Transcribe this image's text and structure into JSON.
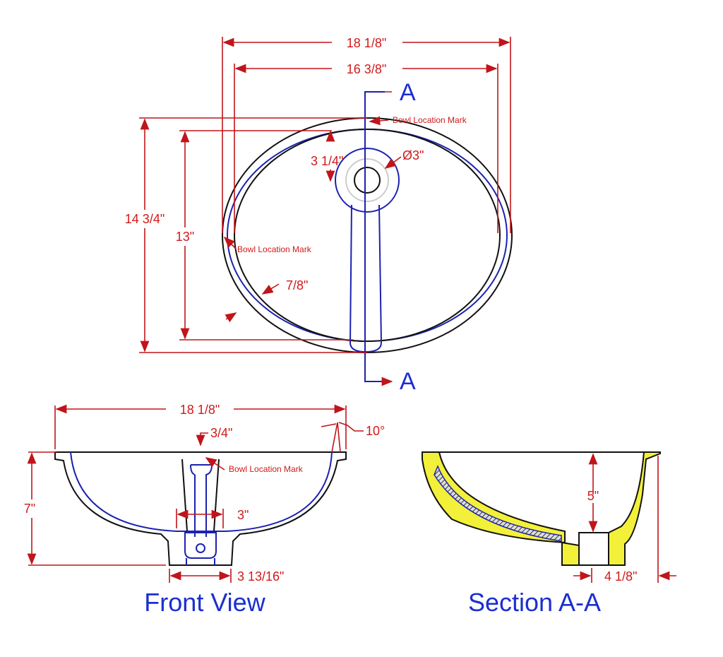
{
  "top_view": {
    "overall_width": "18 1/8\"",
    "bowl_width": "16 3/8\"",
    "overall_depth": "14 3/4\"",
    "bowl_depth": "13\"",
    "drain_offset": "3 1/4\"",
    "drain_diameter": "Ø3\"",
    "rim_width": "7/8\"",
    "bowl_mark_top": "Bowl Location Mark",
    "bowl_mark_left": "Bowl Location Mark",
    "section_label_top": "A",
    "section_label_bottom": "A"
  },
  "front_view": {
    "title": "Front View",
    "overall_width": "18 1/8\"",
    "mark_offset": "3/4\"",
    "bowl_mark": "Bowl Location Mark",
    "angle": "10°",
    "height": "7\"",
    "drain_width": "3\"",
    "base_width": "3 13/16\""
  },
  "section_view": {
    "title": "Section A-A",
    "bowl_depth": "5\"",
    "drain_offset": "4 1/8\""
  },
  "colors": {
    "dimension": "#d11a1a",
    "title": "#1a2fd0",
    "section_fill": "#f3f03a"
  }
}
